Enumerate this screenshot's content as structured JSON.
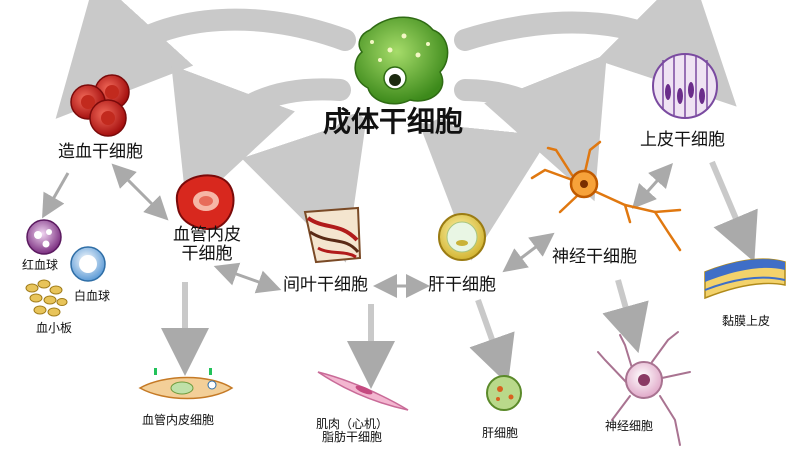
{
  "colors": {
    "big_arrow": "#c9c9c9",
    "small_arrow": "#aaaaaa",
    "stem_cell": "#5fae2e",
    "blood": "#c0181a",
    "nerve": "#f08a10",
    "skin": "#7a4aa0",
    "muscle": "#d98fb2",
    "liver": "#d9c23a"
  },
  "icons": {
    "adult_stem": "green-stem-cell-icon",
    "hematopoietic": "red-blood-cell-cluster-icon",
    "vascular": "red-endothelial-cell-icon",
    "mesenchymal": "tissue-slice-icon",
    "hepatic": "yellow-round-cell-icon",
    "neural": "orange-neuron-icon",
    "epithelial": "columnar-epithelium-icon",
    "erythrocyte": "purple-red-blood-cell-icon",
    "leukocyte": "blue-white-blood-cell-icon",
    "platelet": "yellow-platelet-icon",
    "endothelial": "flat-endothelial-cell-icon",
    "muscle_fat": "spindle-muscle-cell-icon",
    "hepatocyte": "green-hepatocyte-icon",
    "neuron": "pink-neuron-icon",
    "mucosal": "mucosal-epithelium-icon"
  },
  "labels": {
    "adult_stem": "成体干细胞",
    "hematopoietic": "造血干细胞",
    "vascular_1": "血管内皮",
    "vascular_2": "干细胞",
    "mesenchymal": "间叶干细胞",
    "hepatic": "肝干细胞",
    "neural": "神经干细胞",
    "epithelial": "上皮干细胞",
    "erythrocyte": "红血球",
    "leukocyte": "白血球",
    "platelet": "血小板",
    "endothelial": "血管内皮细胞",
    "muscle": "肌肉（心机）",
    "fat": "脂肪干细胞",
    "hepatocyte": "肝细胞",
    "neuron": "神经细胞",
    "mucosal": "黏膜上皮"
  }
}
